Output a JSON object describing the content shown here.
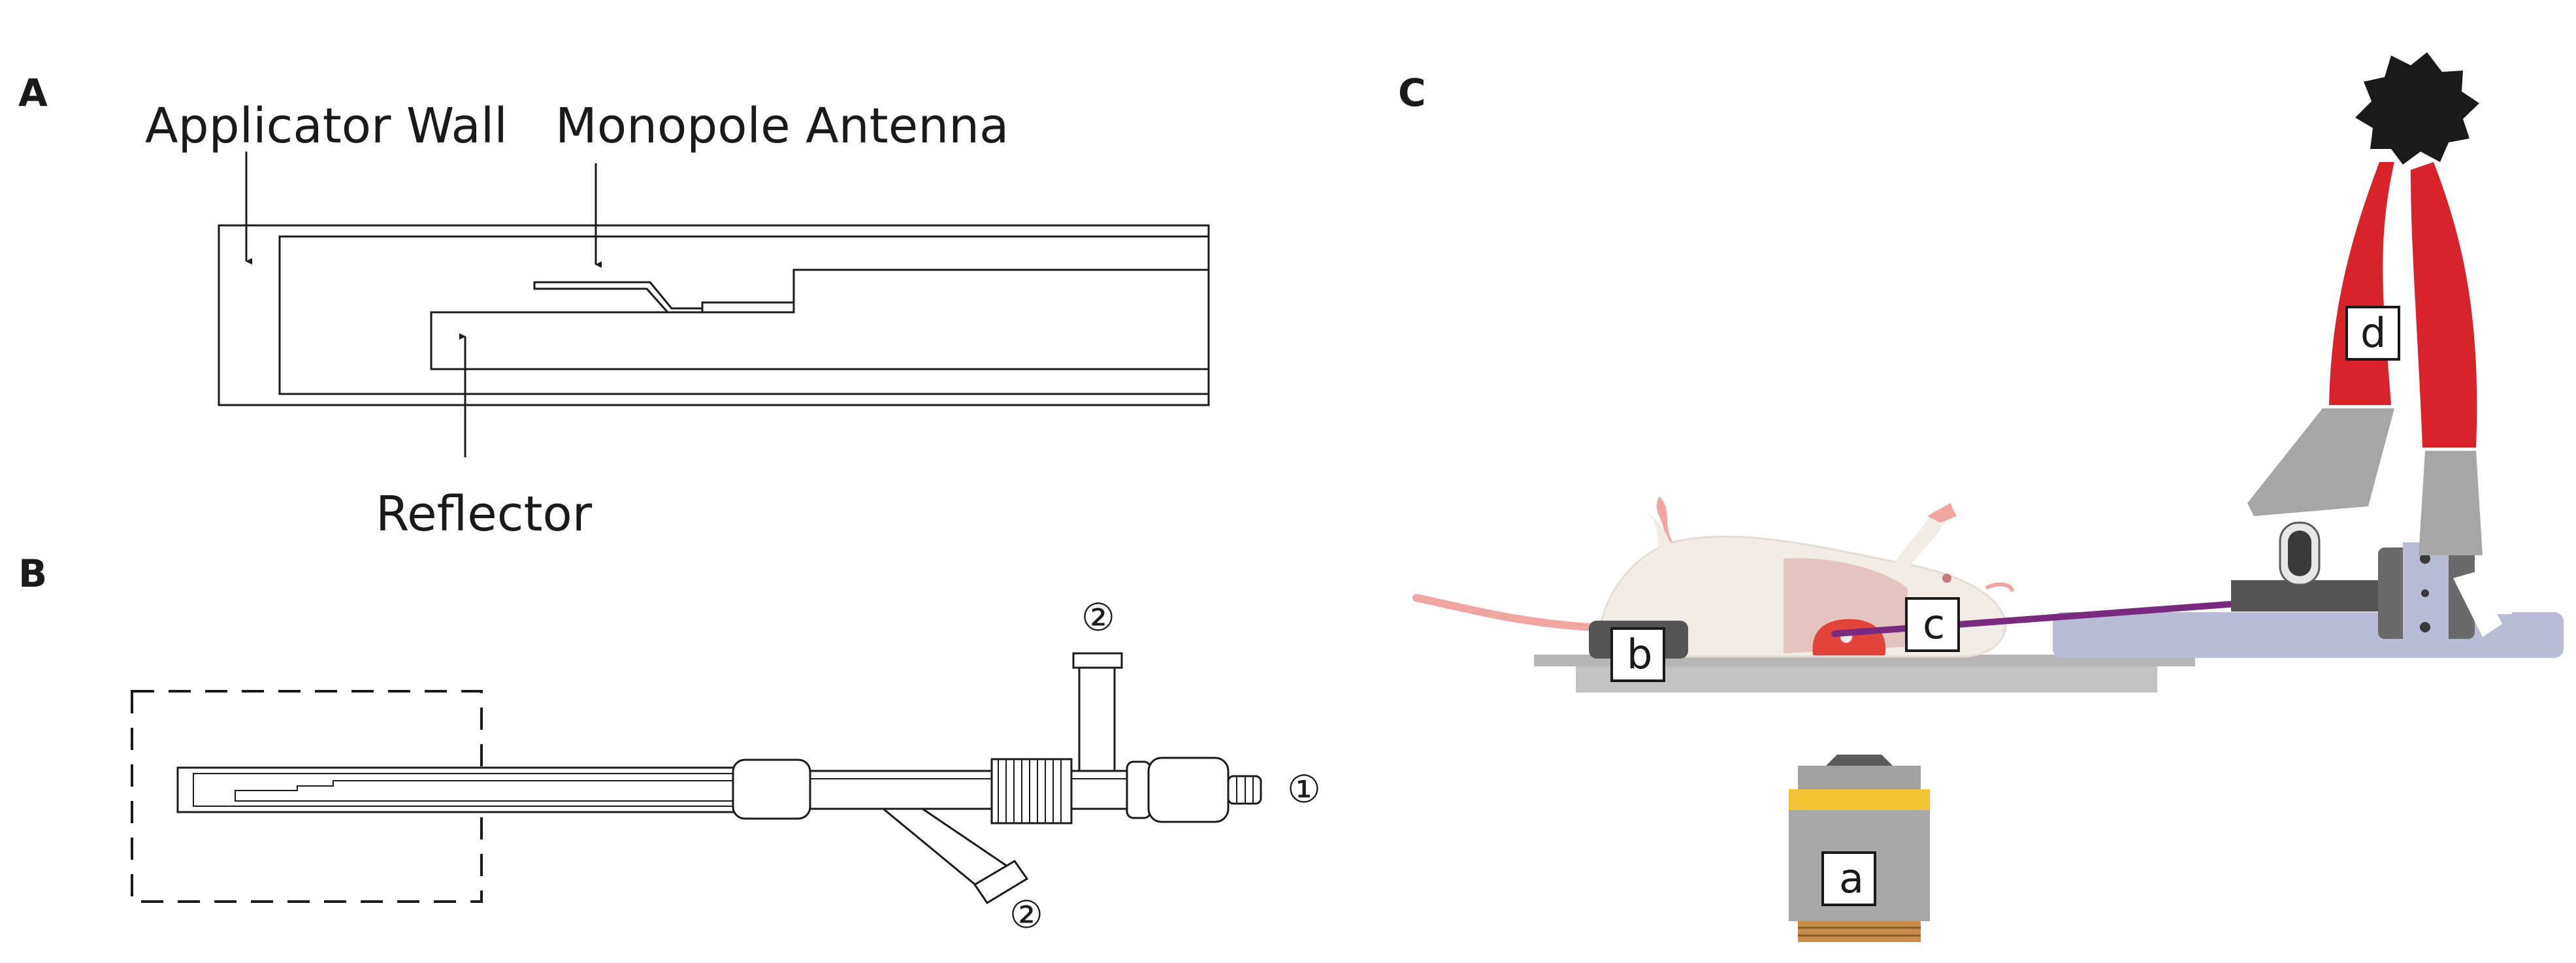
{
  "panels": {
    "a": "A",
    "b": "B",
    "c": "C"
  },
  "panel_a": {
    "applicator_wall_label": "Applicator Wall",
    "monopole_antenna_label": "Monopole Antenna",
    "reflector_label": "Reflector"
  },
  "panel_b": {
    "port_top_label": "②",
    "port_bottom_label": "②",
    "port_right_label": "①"
  },
  "panel_c": {
    "label_a": "a",
    "label_b": "b",
    "label_c": "c",
    "label_d": "d"
  },
  "colors": {
    "line": "#1a1a1a",
    "arm_red": "#d8232a",
    "knob_black": "#1a1a1a",
    "stage_grey": "#b9b9b9",
    "platform_lavender": "#b8bcd6",
    "probe_purple": "#7a2a7e",
    "lens_yellow": "#f2c233",
    "mouse_fur": "#f1ece6",
    "mouse_pink": "#f0a5a0",
    "tissue_red": "#e2443c"
  }
}
